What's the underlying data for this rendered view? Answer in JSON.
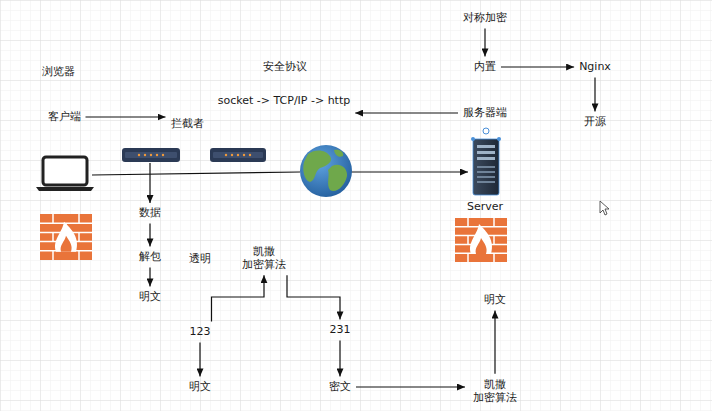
{
  "diagram": {
    "nodes": [
      {
        "text": [
          "对称加密"
        ]
      },
      {
        "text": [
          "内置"
        ]
      },
      {
        "text": [
          "Nginx"
        ]
      },
      {
        "text": [
          "客户端"
        ]
      },
      {
        "text": [
          "拦截者"
        ]
      },
      {
        "text": [
          "socket -> TCP/IP -> http"
        ]
      },
      {
        "text": [
          "服务器端"
        ]
      },
      {
        "text": [
          "开源"
        ]
      },
      {
        "text": [
          "数据"
        ]
      },
      {
        "text": [
          "解包"
        ]
      },
      {
        "text": [
          "凯撒 加密算法"
        ]
      },
      {
        "text": [
          "明文"
        ]
      },
      {
        "text": [
          "明文"
        ]
      },
      {
        "text": [
          "123"
        ]
      },
      {
        "text": [
          "231"
        ]
      },
      {
        "text": [
          "明文"
        ]
      },
      {
        "text": [
          "密文"
        ]
      },
      {
        "text": [
          "凯撒 加密算法"
        ]
      }
    ],
    "edges": [
      {
        "from": 0,
        "to": 1,
        "arrow": "to"
      },
      {
        "from": 1,
        "to": 2,
        "arrow": "to"
      },
      {
        "from": 2,
        "to": 7,
        "arrow": "to"
      },
      {
        "from": 3,
        "to": 4,
        "arrow": "to"
      },
      {
        "from": 6,
        "to": 5,
        "arrow": "to"
      },
      {
        "from": 8,
        "to": 9,
        "arrow": "to"
      },
      {
        "from": 9,
        "to": 11,
        "arrow": "to"
      },
      {
        "from": 13,
        "to": 10,
        "arrow": "to"
      },
      {
        "from": 10,
        "to": 14,
        "arrow": "to"
      },
      {
        "from": 13,
        "to": 15,
        "arrow": "to"
      },
      {
        "from": 14,
        "to": 16,
        "arrow": "to"
      },
      {
        "from": 16,
        "to": 17,
        "arrow": "to"
      },
      {
        "from": 17,
        "to": 12,
        "arrow": "to"
      }
    ],
    "labels": [
      "浏览器",
      "安全协议",
      "透明",
      "Server"
    ]
  }
}
